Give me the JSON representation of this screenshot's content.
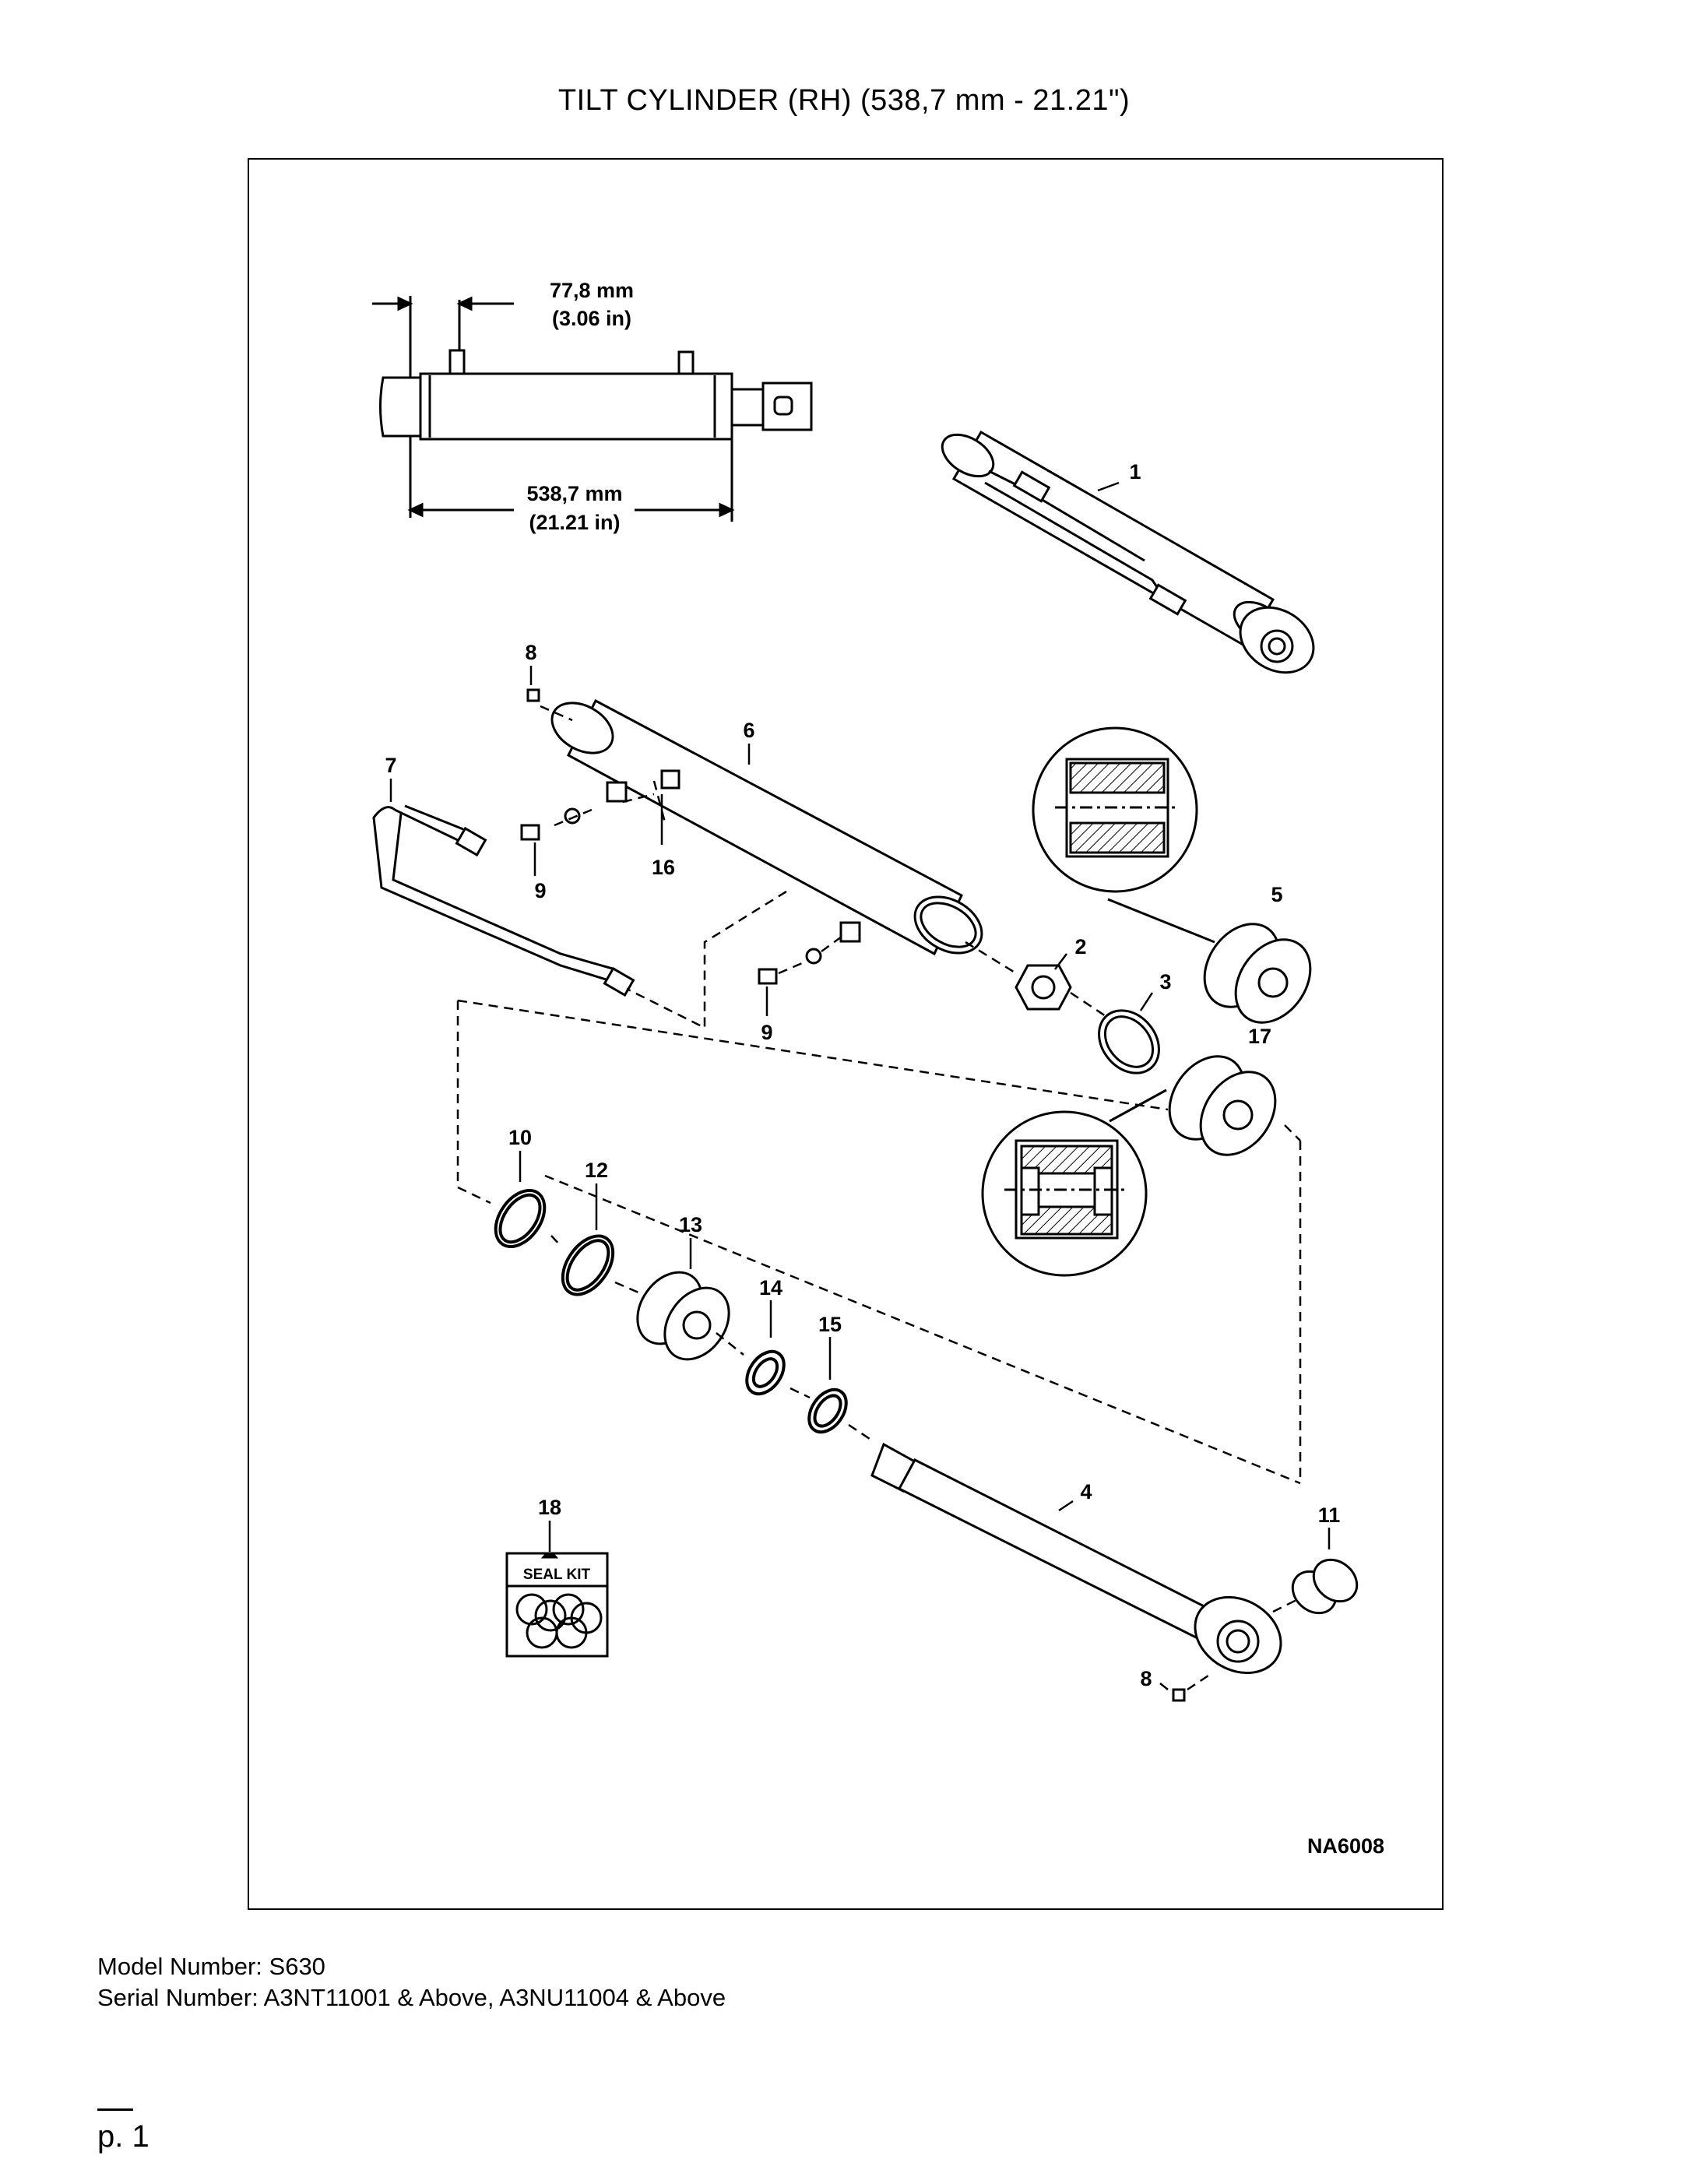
{
  "title": "TILT CYLINDER (RH) (538,7 mm - 21.21\")",
  "dimensions": {
    "port_offset_mm": "77,8 mm",
    "port_offset_in": "(3.06 in)",
    "length_mm": "538,7 mm",
    "length_in": "(21.21 in)"
  },
  "callouts": [
    "1",
    "2",
    "3",
    "4",
    "5",
    "6",
    "7",
    "8",
    "9",
    "10",
    "11",
    "12",
    "13",
    "14",
    "15",
    "16",
    "17",
    "18"
  ],
  "seal_kit_label": "SEAL KIT",
  "drawing_number": "NA6008",
  "footer": {
    "model": "Model Number: S630",
    "serial": "Serial Number: A3NT11001 & Above, A3NU11004 & Above"
  },
  "page_number": "p. 1"
}
